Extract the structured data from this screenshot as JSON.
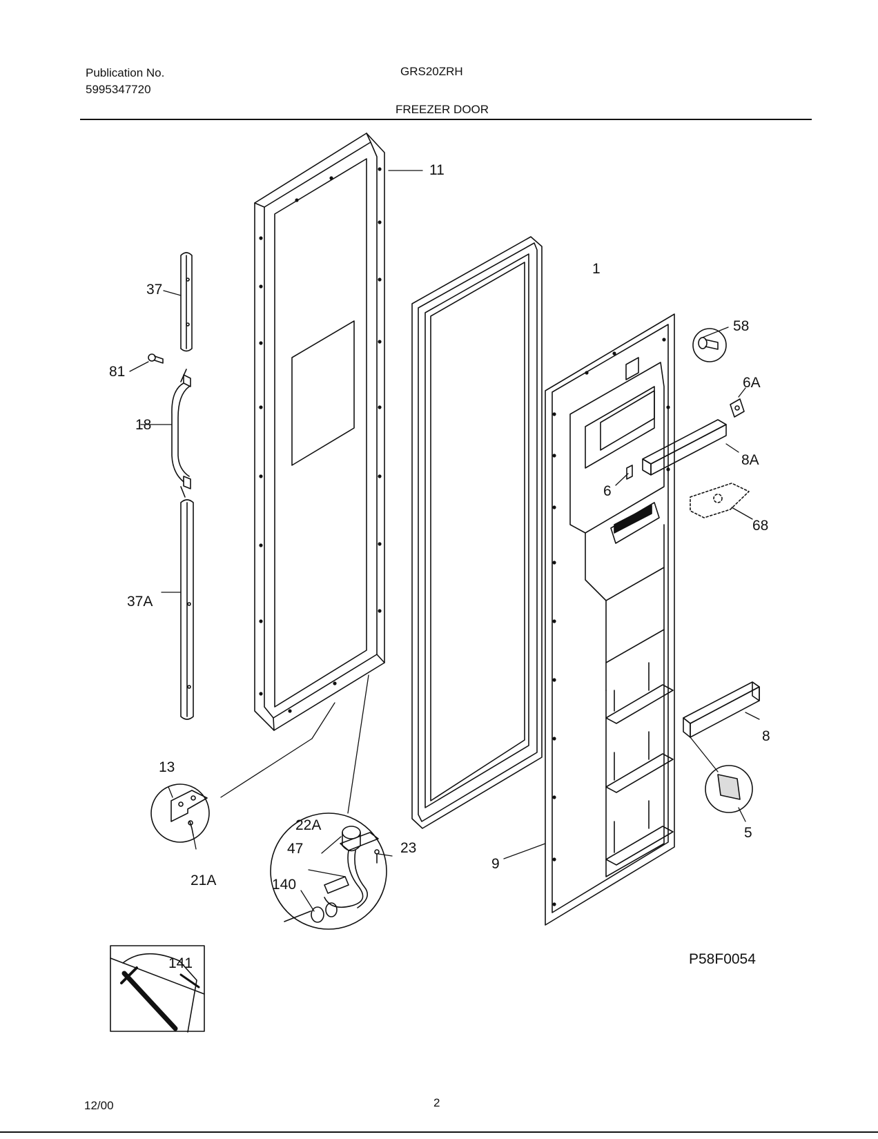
{
  "header": {
    "publication_label": "Publication No.",
    "publication_number": "5995347720",
    "model": "GRS20ZRH",
    "section": "FREEZER DOOR"
  },
  "footer": {
    "date": "12/00",
    "page": "2",
    "diagram_code": "P58F0054"
  },
  "parts": {
    "p11": "11",
    "p1": "1",
    "p58": "58",
    "p6a": "6A",
    "p8a": "8A",
    "p6": "6",
    "p68": "68",
    "p37": "37",
    "p81": "81",
    "p18": "18",
    "p37a": "37A",
    "p13": "13",
    "p21a": "21A",
    "p22a": "22A",
    "p23": "23",
    "p47": "47",
    "p140": "140",
    "p9": "9",
    "p8": "8",
    "p5": "5",
    "p141": "141"
  }
}
